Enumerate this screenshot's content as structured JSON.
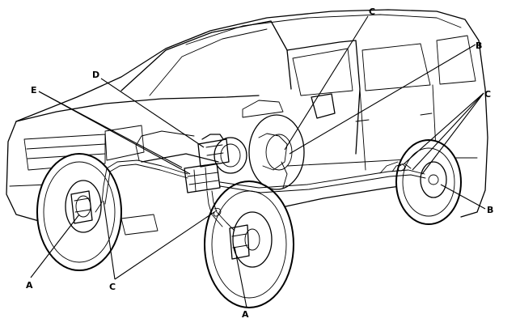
{
  "labels": {
    "a_front_left": "A",
    "a_front_right": "A",
    "b_master": "B",
    "b_rear": "B",
    "c_left": "C",
    "c_top": "C",
    "c_rear": "C",
    "d_top": "D",
    "e_top": "E"
  },
  "colors": {
    "line": "#000000",
    "background": "#ffffff"
  }
}
